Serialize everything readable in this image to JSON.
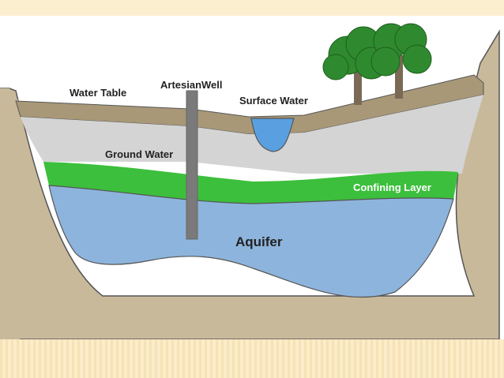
{
  "labels": {
    "water_table": "Water Table",
    "artesian_well": "ArtesianWell",
    "surface_water": "Surface Water",
    "ground_water": "Ground Water",
    "confining_layer": "Confining Layer",
    "aquifer": "Aquifer"
  },
  "colors": {
    "bedrock": "#c9b99b",
    "soil": "#a89878",
    "ground_water": "#d4d4d4",
    "confining_layer": "#3cbf3c",
    "aquifer": "#8db4dc",
    "surface_water": "#5aa0e0",
    "well": "#7a7a7a",
    "tree_foliage": "#2f8a2f",
    "tree_trunk": "#7a6a55"
  },
  "icons": [
    "tree-icon",
    "well-pipe-icon"
  ]
}
